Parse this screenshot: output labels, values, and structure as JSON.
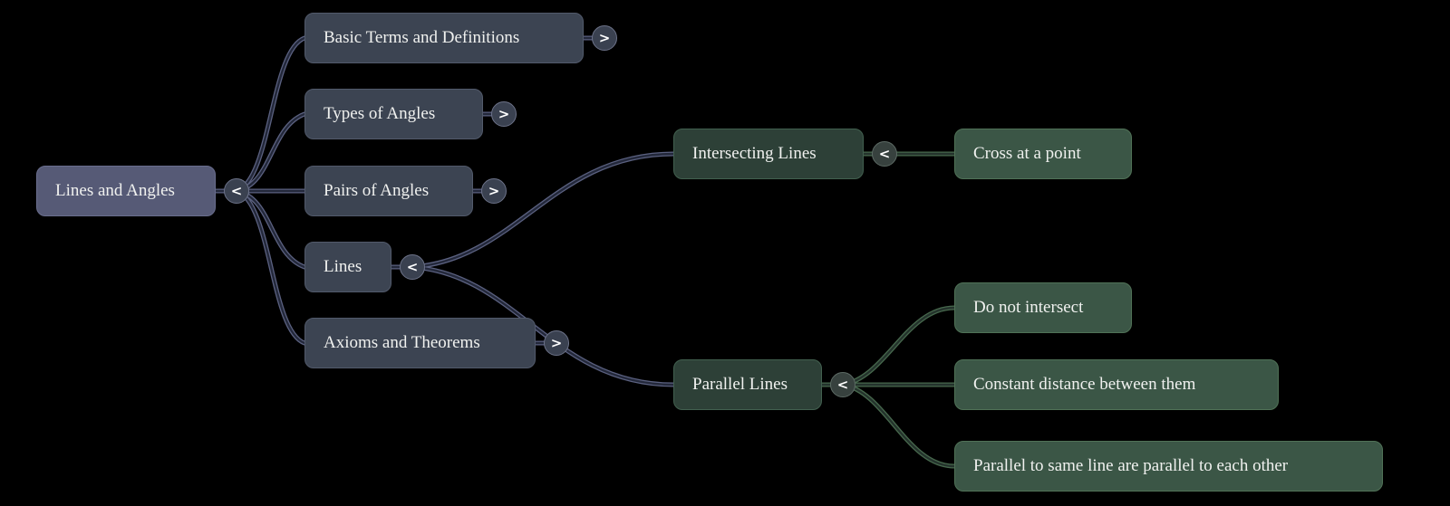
{
  "diagram": {
    "type": "mindmap",
    "topic": "Lines and Angles"
  },
  "nodes": {
    "root": {
      "label": "Lines and Angles",
      "toggle": "<"
    },
    "basic": {
      "label": "Basic Terms and Definitions",
      "toggle": ">"
    },
    "types": {
      "label": "Types of Angles",
      "toggle": ">"
    },
    "pairs": {
      "label": "Pairs of Angles",
      "toggle": ">"
    },
    "lines": {
      "label": "Lines",
      "toggle": "<"
    },
    "axioms": {
      "label": "Axioms and Theorems",
      "toggle": ">"
    },
    "intersecting": {
      "label": "Intersecting Lines",
      "toggle": "<"
    },
    "cross": {
      "label": "Cross at a point"
    },
    "parallel": {
      "label": "Parallel Lines",
      "toggle": "<"
    },
    "do_not_intersect": {
      "label": "Do not intersect"
    },
    "constant_distance": {
      "label": "Constant distance between them"
    },
    "parallel_same_line": {
      "label": "Parallel to same line are parallel to each other"
    }
  },
  "colors": {
    "bg": "#000000",
    "root_fill": "#565a76",
    "root_border": "#6a6e8e",
    "branch_fill": "#3c4452",
    "branch_border": "#525a6b",
    "green_parent_fill": "#2d4037",
    "green_parent_border": "#42604f",
    "green_leaf_fill": "#3b5646",
    "green_leaf_border": "#507257",
    "text": "#f0f1ef",
    "slate_link_outer": "#5b6180",
    "slate_link_inner": "#23283a",
    "green_link_outer": "#47684d",
    "green_link_inner": "#24332c",
    "toggle_fill": "#3a4150",
    "toggle_border": "#6c7288",
    "toggle_green_fill": "#37413e",
    "toggle_green_border": "#5c6a64"
  }
}
